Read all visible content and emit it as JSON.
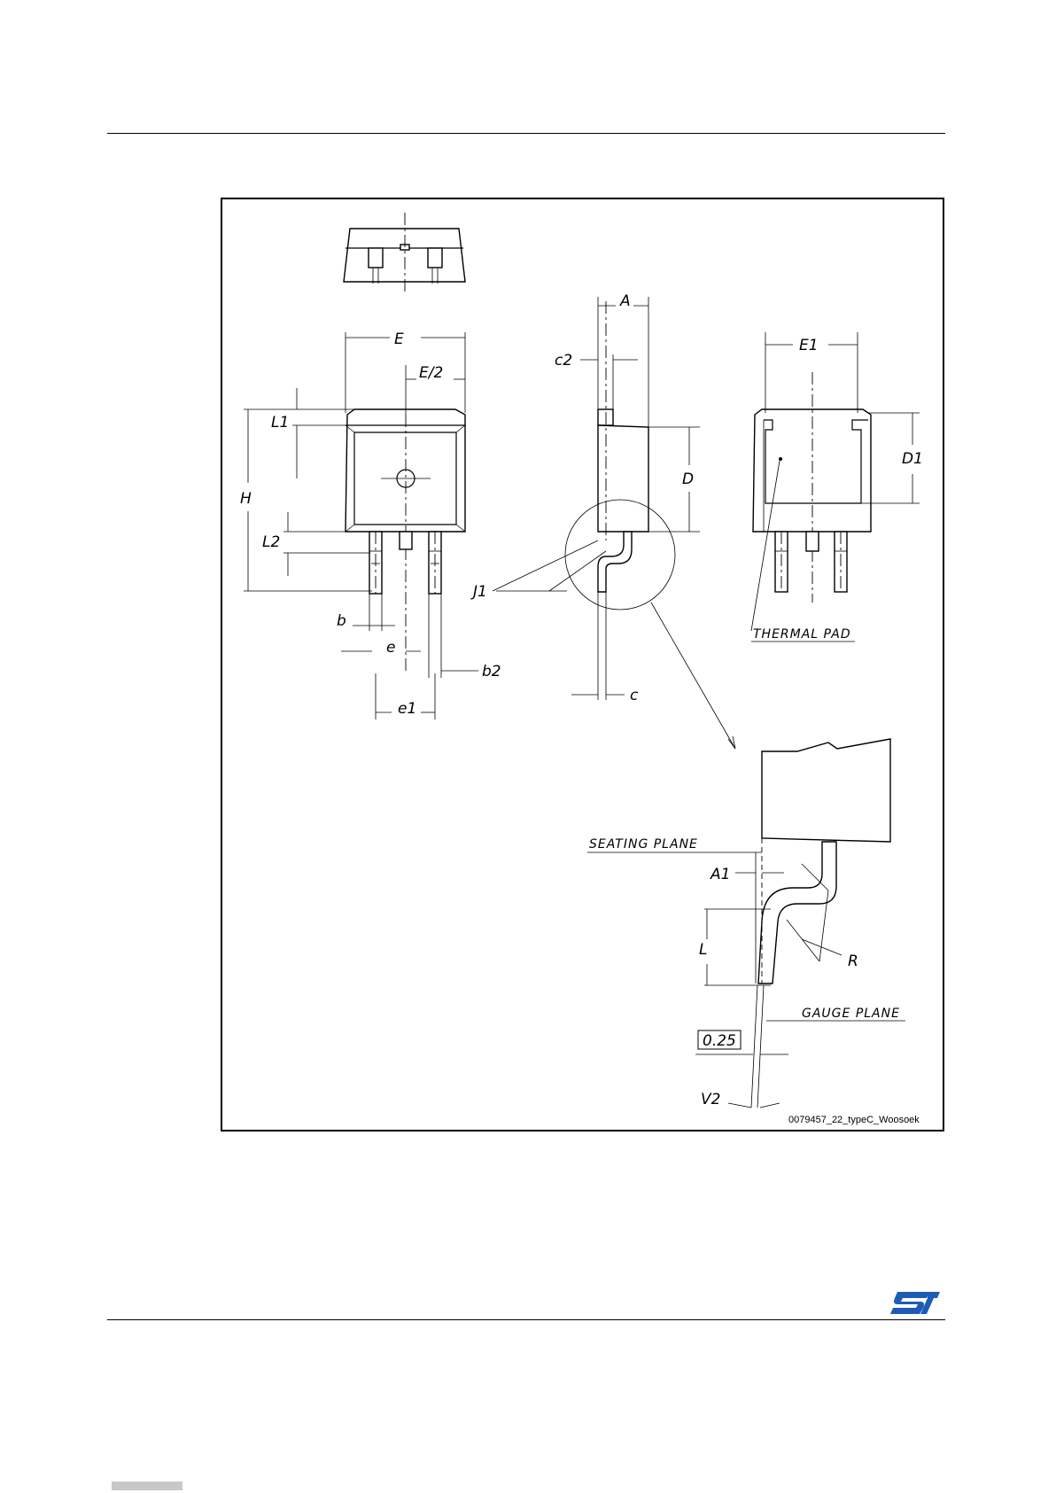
{
  "drawing": {
    "labels": {
      "E": "E",
      "E_half": "E/2",
      "L1": "L1",
      "H": "H",
      "L2": "L2",
      "b": "b",
      "e": "e",
      "b2": "b2",
      "e1": "e1",
      "A": "A",
      "c2": "c2",
      "D": "D",
      "J1": "J1",
      "c": "c",
      "E1": "E1",
      "D1": "D1",
      "A1": "A1",
      "L": "L",
      "R": "R",
      "V2": "V2",
      "gauge_value": "0.25"
    },
    "notes": {
      "thermal_pad": "THERMAL  PAD",
      "seating_plane": "SEATING  PLANE",
      "gauge_plane": "GAUGE  PLANE"
    },
    "drawing_code": "0079457_22_typeC_Woosoek"
  },
  "brand": {
    "logo_name": "st-logo-icon",
    "logo_color": "#1e5cb4"
  }
}
